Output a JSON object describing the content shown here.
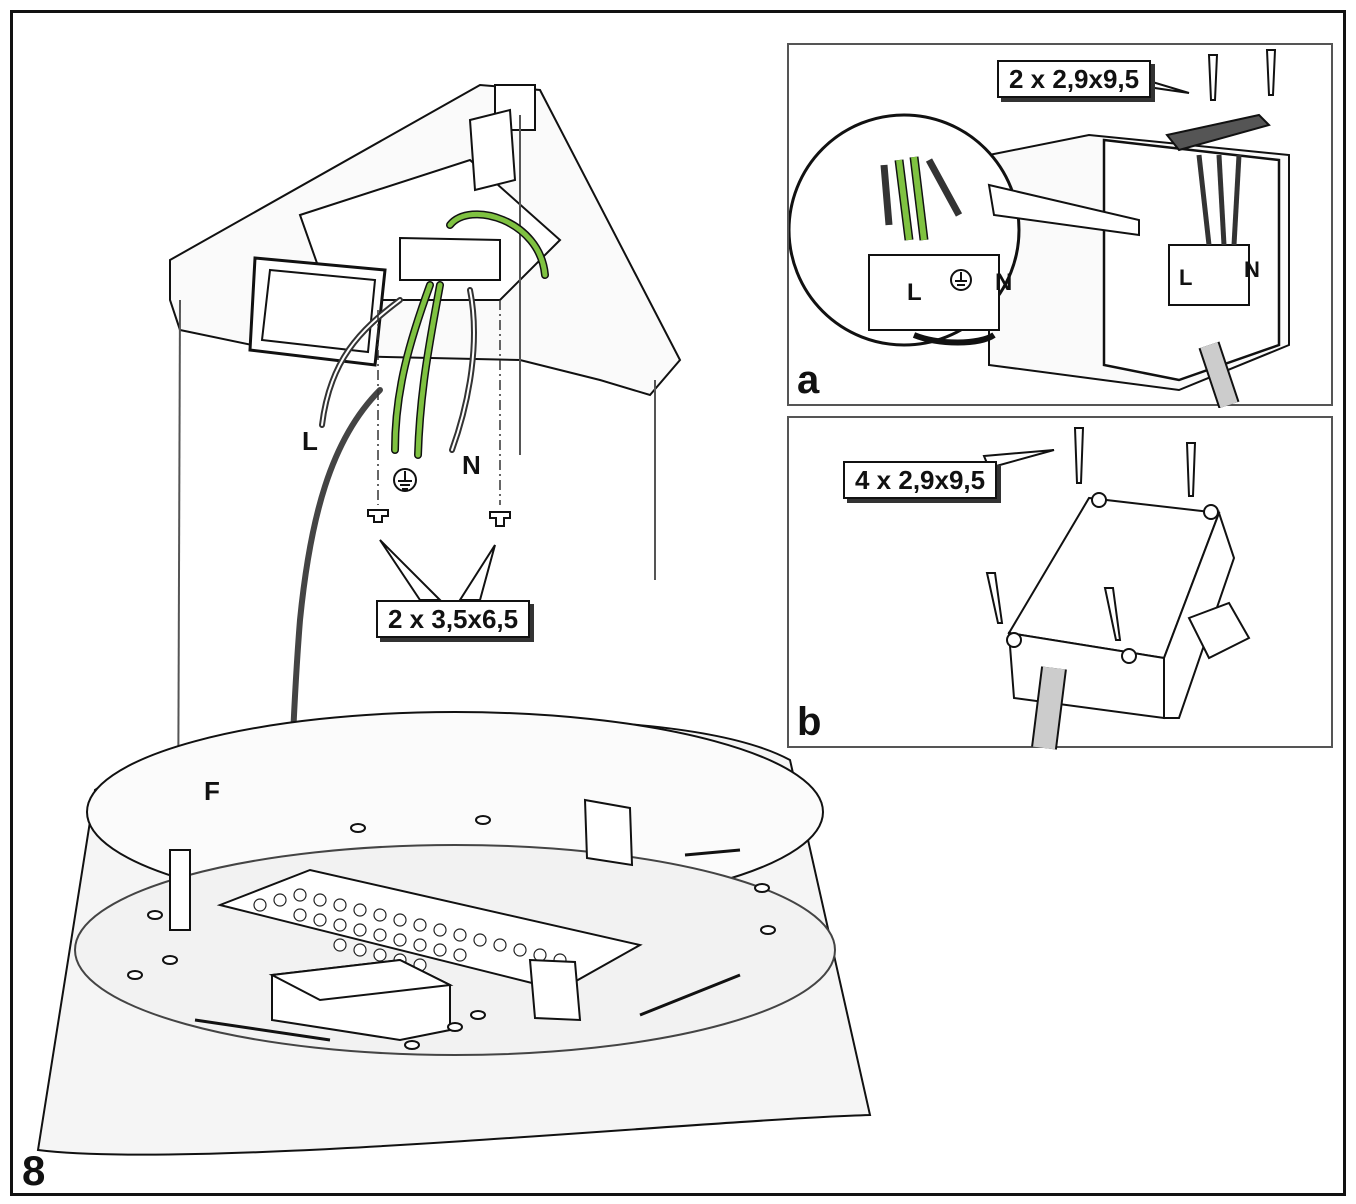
{
  "figure": {
    "number": "8"
  },
  "main": {
    "screw_callout": "2 x 3,5x6,5",
    "label_live": "L",
    "label_neutral": "N",
    "label_cable": "F"
  },
  "panel_a": {
    "letter": "a",
    "screw_callout": "2 x 2,9x9,5",
    "terminal_left": "L",
    "terminal_right": "N"
  },
  "panel_b": {
    "letter": "b",
    "screw_callout": "4 x 2,9x9,5"
  },
  "colors": {
    "earth_wire": "#7fc241",
    "cable": "#444444",
    "line": "#111111"
  },
  "icons": [
    "earth-symbol-icon",
    "screw-icon"
  ]
}
